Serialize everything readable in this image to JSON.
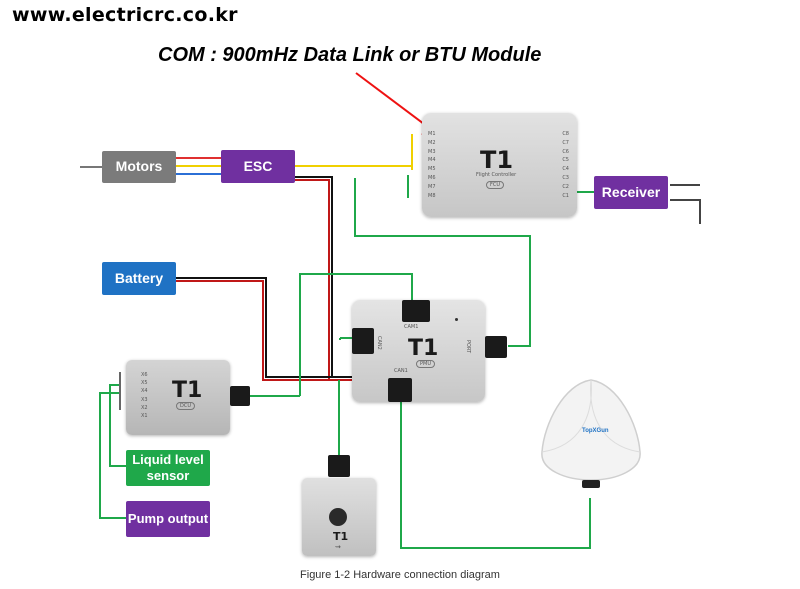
{
  "watermark": "www.electricrc.co.kr",
  "annotation": "COM : 900mHz Data Link or BTU Module",
  "caption": "Figure 1-2 Hardware connection diagram",
  "blocks": {
    "motors": "Motors",
    "esc": "ESC",
    "receiver": "Receiver",
    "battery": "Battery",
    "liquid": "Liquid level sensor",
    "pump": "Pump output"
  },
  "fc": {
    "brand": "T1",
    "subtitle": "Flight Controller",
    "badge": "FCU",
    "left_pins": [
      "M1",
      "M2",
      "M3",
      "M4",
      "M5",
      "M6",
      "M7",
      "M8"
    ],
    "right_pins": [
      "C8",
      "C7",
      "C6",
      "C5",
      "C4",
      "C3",
      "C2",
      "C1"
    ]
  },
  "pmu": {
    "brand": "T1",
    "badge": "PMU",
    "port_top": "CAM1",
    "port_left": "CAN2",
    "port_right": "PORT",
    "port_bottom": "CAN1"
  },
  "dcu": {
    "brand": "T1",
    "badge": "DCU",
    "pins": [
      "X6",
      "X5",
      "X4",
      "X3",
      "X2",
      "X1"
    ]
  },
  "usb": {
    "brand": "T1",
    "symbol": "⇝"
  },
  "gps": {
    "brand": "TopXGun"
  },
  "colors": {
    "red": "#e03030",
    "yellow": "#f0d000",
    "blue_wire": "#2b6fd6",
    "black": "#111111",
    "green_wire": "#1fa84a",
    "purple": "#7030a0"
  }
}
